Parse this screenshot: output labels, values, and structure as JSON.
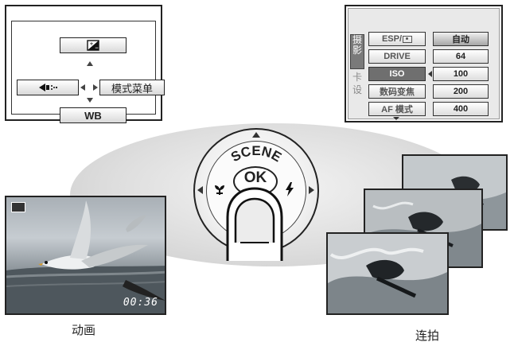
{
  "shortcut_menu": {
    "right_label": "模式菜单",
    "bottom_label": "WB"
  },
  "iso_menu": {
    "tabs": [
      "摄影",
      "卡",
      "设"
    ],
    "items": [
      "ESP/",
      "DRIVE",
      "ISO",
      "数码变焦",
      "AF 模式"
    ],
    "values": [
      "自动",
      "64",
      "100",
      "200",
      "400"
    ],
    "selected_item": "ISO",
    "selected_value": "自动"
  },
  "dial": {
    "top_label": "SCENE",
    "center_label": "OK"
  },
  "movie": {
    "time": "00:36",
    "caption": "动画"
  },
  "burst": {
    "caption": "连拍"
  }
}
